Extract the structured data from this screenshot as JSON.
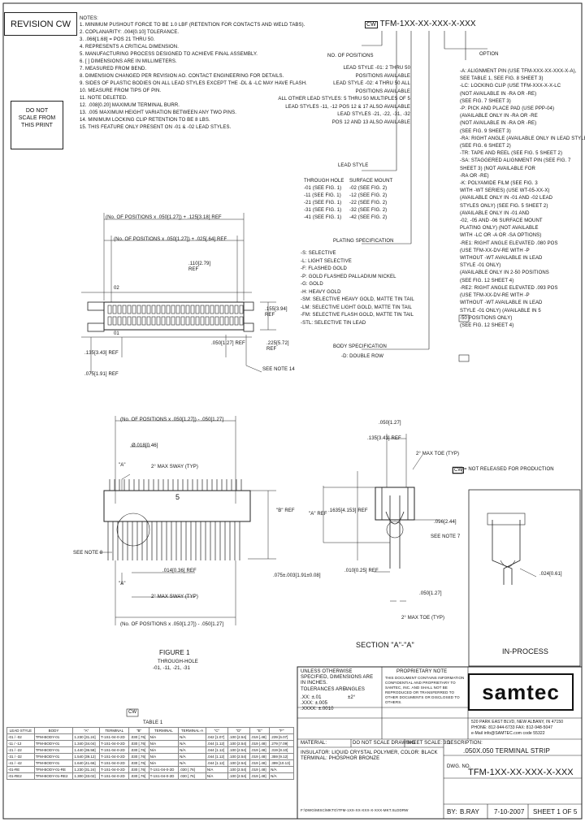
{
  "revision": "REVISION CW",
  "do_not_scale": [
    "DO NOT",
    "SCALE FROM",
    "THIS PRINT"
  ],
  "notes_header": "NOTES:",
  "notes": [
    "1. MINIMUM PUSHOUT FORCE TO BE 1.0 LBF (RETENTION FOR CONTACTS AND WELD TABS).",
    "2. COPLANARITY: .004[0.10] TOLERANCE.",
    "3. .066[1.68] = POS 21 THRU 50.",
    "4. REPRESENTS A CRITICAL DIMENSION.",
    "5. MANUFACTURING PROCESS DESIGNED TO ACHIEVE FINAL ASSEMBLY.",
    "6. [ ] DIMENSIONS ARE IN MILLIMETERS.",
    "7. MEASURED FROM BEND.",
    "8. DIMENSION CHANGED PER REVISION AO. CONTACT ENGINEERING FOR DETAILS.",
    "9. SIDES OF PLASTIC BODIES ON ALL LEAD STYLES EXCEPT THE -DL & -LC MAY HAVE FLASH.",
    "10. MEASURE FROM TIPS OF PIN.",
    "11. NOTE DELETED.",
    "12. .008[0.20] MAXIMUM TERMINAL BURR.",
    "13. .005 MAXIMUM HEIGHT VARIATION BETWEEN ANY TWO PINS.",
    "14. MINIMUM LOCKING CLIP RETENTION TO BE 8 LBS.",
    "15. THIS FEATURE ONLY PRESENT ON -01 & -02 LEAD STYLES."
  ],
  "part_number": {
    "prefix": "CW",
    "text": "TFM-1XX-XX-XXX-X-XXX"
  },
  "option": {
    "title": "OPTION",
    "lines": [
      "-A: ALIGNMENT PIN (USE TFM-XXX-XX-XXX-X-A),",
      "SEE TABLE 1, SEE FIG. 8 SHEET 3)",
      "-LC: LOCKING CLIP (USE TFM-XXX-X-X-LC",
      "(NOT AVAILABLE IN -RA OR -RE)",
      "(SEE FIG. 7 SHEET 3)",
      "-P: PICK AND PLACE PAD (USE PPP-04)",
      "(AVAILABLE ONLY IN -RA OR -RE",
      "(NOT AVAILABLE IN -RA OR -RE)",
      "(SEE FIG. 9 SHEET 3)",
      "-RA: RIGHT ANGLE (AVAILABLE ONLY IN LEAD STYLE -01)",
      "(SEE FIG. 6 SHEET 2)",
      "-TR: TAPE AND REEL (SEE FIG. 5 SHEET 2)",
      "-SA: STAGGERED ALIGNMENT PIN (SEE FIG. 7",
      "SHEET 3) (NOT AVAILABLE FOR",
      "-RA OR -RE)",
      "-K: POLYAMIDE FILM (SEE FIG. 3",
      "WITH -WT SERIES) (USE WT-05-XX-X)",
      "(AVAILABLE ONLY IN -01 AND -02 LEAD",
      "STYLES ONLY) (SEE FIG. 5 SHEET 2)",
      "(AVAILABLE ONLY IN -01 AND",
      "-02, -05 AND -06 SURFACE MOUNT",
      "PLATING ONLY) (NOT AVAILABLE",
      "WITH -LC OR -A OR -SA OPTIONS)",
      "-RE1: RIGHT ANGLE ELEVATED .080 POS",
      "(USE TFM-XX-DV-RE WITH -P",
      "WITHOUT -WT AVAILABLE IN LEAD",
      "STYLE -01 ONLY)",
      "(AVAILABLE ONLY IN 2-50 POSITIONS",
      "(SEE FIG. 12 SHEET 4)",
      "-RE2: RIGHT ANGLE ELEVATED .093 POS",
      "(USE TFM-XX-DV-RE WITH -P",
      "WITHOUT -WT AVAILABLE IN LEAD",
      "STYLE -01 ONLY) (AVAILABLE IN 5",
      "-50 POSITIONS ONLY)",
      "(SEE FIG. 12 SHEET 4)"
    ]
  },
  "positions": {
    "title": "NO. OF POSITIONS",
    "lines": [
      "LEAD STYLE -01: 2 THRU 50",
      "POSITIONS AVAILABLE",
      "LEAD STYLE -02: 4 THRU 50 ALL",
      "POSITIONS AVAILABLE",
      "ALL OTHER LEAD STYLES: 5 THRU 50 MULTIPLES OF 5",
      "LEAD STYLES -11, -12 POS 12 & 17 ALSO AVAILABLE",
      "LEAD STYLES -21, -22, -31, -32",
      "POS 12 AND 13 ALSO AVAILABLE"
    ]
  },
  "lead_style": {
    "title": "LEAD STYLE",
    "col1": "THROUGH HOLE",
    "col2": "SURFACE MOUNT",
    "rows": [
      [
        "-01 (SEE FIG. 1)",
        "-02 (SEE FIG. 2)"
      ],
      [
        "-11 (SEE FIG. 1)",
        "-12 (SEE FIG. 2)"
      ],
      [
        "-21 (SEE FIG. 1)",
        "-22 (SEE FIG. 2)"
      ],
      [
        "-31 (SEE FIG. 1)",
        "-32 (SEE FIG. 2)"
      ],
      [
        "-41 (SEE FIG. 1)",
        "-42 (SEE FIG. 2)"
      ]
    ]
  },
  "plating": {
    "title": "PLATING SPECIFICATION",
    "lines": [
      "-S: SELECTIVE",
      "-L: LIGHT SELECTIVE",
      "-F: FLASHED GOLD",
      "-P: GOLD FLASHED PALLADIUM NICKEL",
      "-G: GOLD",
      "-H: HEAVY GOLD",
      "-SM: SELECTIVE HEAVY GOLD, MATTE TIN TAIL",
      "-LM: SELECTIVE LIGHT GOLD, MATTE TIN TAIL",
      "-FM: SELECTIVE FLASH GOLD, MATTE TIN TAIL",
      "-STL: SELECTIVE TIN LEAD"
    ]
  },
  "body_spec": {
    "title": "BODY SPECIFICATION",
    "line": "-D: DOUBLE ROW"
  },
  "dims": {
    "top1": "(No. OF POSITIONS x .050[1.27]) + .125[3.18] REF",
    "top2": "(No. OF POSITIONS x .050[1.27]) + .025[.64] REF",
    "d110": ".110[2.79] REF",
    "d02": "02",
    "d155": ".155[3.94] REF",
    "d01": "01",
    "d050": ".050[1.27] REF",
    "d225": ".225[5.72] REF",
    "d135": ".135[3.43] REF",
    "d075": ".075[1.91] REF",
    "see14": "SEE NOTE 14",
    "mid1": "(No. OF POSITIONS x .050[1.27]) - .050[1.27]",
    "dia": "Ø.018[0.46]",
    "sway": "2° MAX SWAY (TYP)",
    "a1": "\"A\"",
    "d050c": ".050[1.27]",
    "d135c": ".135[3.43] REF",
    "toe": "2° MAX TOE (TYP)",
    "d1635": ".1635[4.153] REF",
    "aref": "\"A\" REF",
    "bref": "\"B\" REF",
    "d096": ".096[2.44]",
    "see7": "SEE NOTE 7",
    "see8": "SEE NOTE 8",
    "d014": ".014[0.36] REF",
    "d010": ".010[0.25] REF",
    "d075b": ".075±.003[1.91±0.08]",
    "sway2": "2° MAX SWAY (TYP)",
    "d050d": ".050[1.27]",
    "toe2": "2° MAX TOE (TYP)",
    "bot": "(No. OF POSITIONS x .050[1.27]) - .050[1.27]",
    "d024": ".024[0.61]",
    "five": "5"
  },
  "figure1": [
    "FIGURE 1",
    "THROUGH-HOLE",
    "-01, -11, -21, -31"
  ],
  "section": "SECTION \"A\"-\"A\"",
  "inprocess": "IN-PROCESS",
  "not_released": "= NOT RELEASED FOR PRODUCTION",
  "title_block": {
    "unless": "UNLESS OTHERWISE SPECIFIED, DIMENSIONS ARE IN INCHES.",
    "tol": "TOLERANCES ARE:",
    "tol_vals": [
      ".XX: ±.01",
      ".XXX: ±.005",
      ".XXXX: ±.0010"
    ],
    "angles": "ANGLES",
    "angle_val": "±2°",
    "proprietary": "PROPRIETARY NOTE",
    "prop_text": "THIS DOCUMENT CONTAINS INFORMATION CONFIDENTIAL AND PROPRIETARY TO SAMTEC, INC. AND SHALL NOT BE REPRODUCED OR TRANSFERRED TO OTHER DOCUMENTS OR DISCLOSED TO OTHERS.",
    "material": "MATERIAL:",
    "mat_lines": [
      "INSULATOR: LIQUID CRYSTAL POLYMER, COLOR: BLACK",
      "TERMINAL: PHOSPHOR BRONZE"
    ],
    "do_not_scale": "DO NOT SCALE DRAWING",
    "sheet_scale": "SHEET SCALE: 3:1",
    "company": "SAMTEC",
    "address": [
      "520 PARK EAST BLVD, NEW ALBANY, IN 47150",
      "PHONE: 812-944-6733  FAX: 812-948-5047",
      "e-Mail info@SAMTEC.com  code 55322"
    ],
    "description_label": "DESCRIPTION:",
    "description": ".050X.050 TERMINAL STRIP",
    "dwg_label": "DWG. NO.",
    "dwg_no": "TFM-1XX-XX-XXX-X-XXX",
    "by": "BY:",
    "by_name": "B.RAY",
    "date": "7-10-2007",
    "sheet": "SHEET 1 OF 5",
    "path": "F:\\DWG\\MISC\\MKTG\\TFM-1XX-XX-XXX-X-XXX-MKT.SLDDRW"
  },
  "table1": {
    "cw": "CW",
    "title": "TABLE 1",
    "headers": [
      "LEAD STYLE",
      "BODY",
      "\"A\"",
      "TERMINAL",
      "\"B\"",
      "TERMINAL",
      "TERMINAL-A",
      "\"C\"",
      "\"D\"",
      "\"E\"",
      "\"F\""
    ],
    "rows": [
      [
        "-01 / -02",
        "TFM-BODY-01",
        "1.230 [31.24]",
        "T-1S1-04-0-2D",
        ".030 [.76]",
        "N/A",
        "N/A",
        ".042 [1.07]",
        ".100 [2.54]",
        ".019 [.48]",
        ".239 [6.07]"
      ],
      [
        "-11 / -12",
        "TFM-BODY-01",
        "1.340 [34.04]",
        "T-1S1-04-0-2D",
        ".030 [.76]",
        "N/A",
        "N/A",
        ".044 [1.12]",
        ".100 [2.54]",
        ".019 [.48]",
        ".279 [7.09]"
      ],
      [
        "-21 / -22",
        "TFM-BODY-01",
        "1.440 [36.58]",
        "T-1S1-04-0-2D",
        ".030 [.76]",
        "N/A",
        "N/A",
        ".044 [1.12]",
        ".100 [2.54]",
        ".019 [.48]",
        ".319 [8.10]"
      ],
      [
        "-31 / -32",
        "TFM-BODY-01",
        "1.540 [39.12]",
        "T-1S1-04-0-2D",
        ".030 [.76]",
        "N/A",
        "N/A",
        ".044 [1.12]",
        ".100 [2.54]",
        ".019 [.48]",
        ".359 [9.12]"
      ],
      [
        "-41 / -42",
        "TFM-BODY-01",
        "1.640 [41.66]",
        "T-1S1-04-0-2D",
        ".030 [.76]",
        "N/A",
        "N/A",
        ".044 [1.12]",
        ".100 [2.54]",
        ".019 [.48]",
        ".399 [10.13]"
      ],
      [
        "-01-RE",
        "TFM-BODY-01-RE",
        "1.230 [31.24]",
        "T-1S1-04-0-2D",
        ".030 [.76]",
        "T-1S1-04-0-2D",
        ".030 [.76]",
        "N/A",
        ".100 [2.54]",
        ".019 [.48]",
        "N/A"
      ],
      [
        "-01-RE2",
        "TFM-BODY-01-RE2",
        "1.300 [33.02]",
        "T-1S1-04-0-2D",
        ".030 [.76]",
        "T-1S1-04-0-2D",
        ".030 [.76]",
        "N/A",
        ".100 [2.54]",
        ".019 [.48]",
        "N/A"
      ]
    ]
  }
}
